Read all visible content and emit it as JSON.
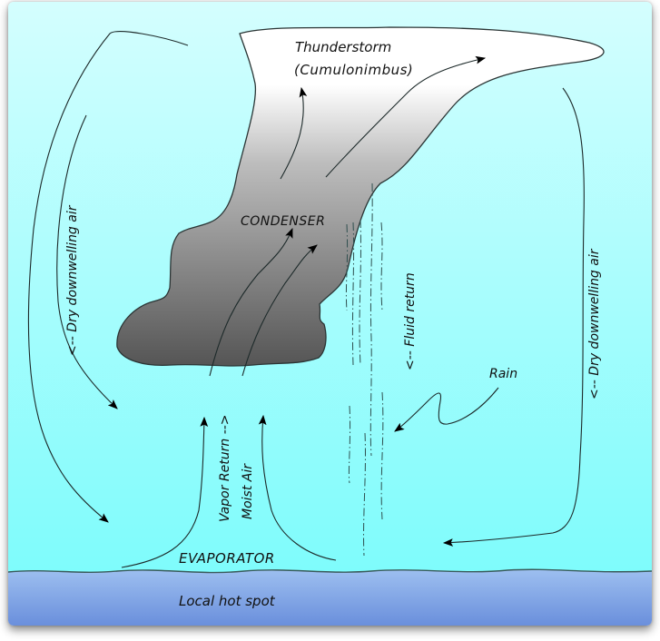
{
  "diagram": {
    "title": "Thunderstorm convection cycle",
    "labels": {
      "thunderstorm_line1": "Thunderstorm",
      "thunderstorm_line2": "(Cumulonimbus)",
      "condenser": "CONDENSER",
      "dry_air_left": "<-- Dry downwelling air",
      "dry_air_right": "<-- Dry downwelling air",
      "fluid_return": "<-- Fluid return",
      "rain": "Rain",
      "vapor_return": "Vapor Return -->",
      "moist_air": "Moist Air",
      "evaporator": "EVAPORATOR",
      "hot_spot": "Local hot spot"
    },
    "colors": {
      "sky_top": "#d4fefe",
      "sky_bottom": "#7efcfc",
      "ground_top": "#9dbff0",
      "ground_bottom": "#6a8fdc",
      "cloud_top": "#ffffff",
      "cloud_dark": "#555555"
    }
  }
}
